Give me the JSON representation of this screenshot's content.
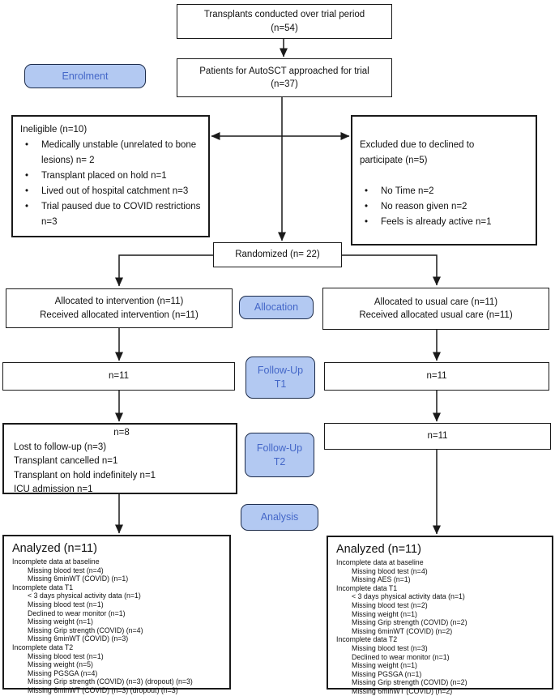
{
  "stages": {
    "enrolment": "Enrolment",
    "allocation": "Allocation",
    "followup_t1": "Follow-Up\nT1",
    "followup_t2": "Follow-Up\nT2",
    "analysis": "Analysis"
  },
  "colors": {
    "stage_pill_bg": "#b3c9f2",
    "stage_pill_border": "#1c2b4a",
    "stage_pill_text": "#4467c8",
    "box_border": "#1a1a1a"
  },
  "boxes": {
    "transplants": "Transplants conducted over trial period\n(n=54)",
    "approached": "Patients for AutoSCT approached for trial\n(n=37)",
    "randomized": "Randomized (n= 22)",
    "ineligible": {
      "title": "Ineligible (n=10)",
      "items": [
        "Medically unstable (unrelated to bone lesions) n= 2",
        "Transplant placed on hold n=1",
        "Lived out of hospital catchment n=3",
        "Trial paused due to COVID restrictions n=3"
      ]
    },
    "excluded": {
      "title": "Excluded due to declined to\nparticipate (n=5)",
      "items": [
        "No Time n=2",
        "No reason given n=2",
        "Feels is already active n=1"
      ]
    },
    "alloc_intervention": "Allocated to intervention (n=11)\nReceived allocated intervention (n=11)",
    "alloc_usual_care": "Allocated to usual care (n=11)\nReceived allocated usual care (n=11)",
    "t1_intervention": "n=11",
    "t1_usual_care": "n=11",
    "t2_intervention": {
      "n": "n=8",
      "lines": [
        "Lost to follow-up (n=3)",
        "Transplant cancelled n=1",
        "Transplant on hold indefinitely n=1",
        "ICU admission n=1"
      ]
    },
    "t2_usual_care": "n=11",
    "analyzed_intervention": {
      "title": "Analyzed (n=11)",
      "lines": [
        {
          "text": "Incomplete data at baseline",
          "indent": 0
        },
        {
          "text": "Missing blood test (n=4)",
          "indent": 1
        },
        {
          "text": "Missing 6minWT (COVID) (n=1)",
          "indent": 1
        },
        {
          "text": "Incomplete data T1",
          "indent": 0
        },
        {
          "text": "< 3 days physical activity data (n=1)",
          "indent": 1
        },
        {
          "text": "Missing blood test (n=1)",
          "indent": 1
        },
        {
          "text": "Declined to wear monitor (n=1)",
          "indent": 1
        },
        {
          "text": "Missing weight (n=1)",
          "indent": 1
        },
        {
          "text": "Missing Grip strength (COVID) (n=4)",
          "indent": 1
        },
        {
          "text": "Missing 6minWT (COVID) (n=3)",
          "indent": 1
        },
        {
          "text": "Incomplete data T2",
          "indent": 0
        },
        {
          "text": "Missing blood test (n=1)",
          "indent": 1
        },
        {
          "text": "Missing weight (n=5)",
          "indent": 1
        },
        {
          "text": "Missing PGSGA (n=4)",
          "indent": 1
        },
        {
          "text": "Missing Grip strength (COVID) (n=3) (dropout) (n=3)",
          "indent": 1
        },
        {
          "text": "Missing 6minWT (COVID) (n=3) (dropout) (n=3)",
          "indent": 1
        }
      ]
    },
    "analyzed_usual_care": {
      "title": "Analyzed (n=11)",
      "lines": [
        {
          "text": "Incomplete data at baseline",
          "indent": 0
        },
        {
          "text": "Missing blood test (n=4)",
          "indent": 1
        },
        {
          "text": "Missing AES (n=1)",
          "indent": 1
        },
        {
          "text": "Incomplete data T1",
          "indent": 0
        },
        {
          "text": "< 3 days physical activity data (n=1)",
          "indent": 1
        },
        {
          "text": "Missing blood test (n=2)",
          "indent": 1
        },
        {
          "text": "Missing weight (n=1)",
          "indent": 1
        },
        {
          "text": "Missing Grip strength (COVID) (n=2)",
          "indent": 1
        },
        {
          "text": "Missing 6minWT (COVID) (n=2)",
          "indent": 1
        },
        {
          "text": "Incomplete data T2",
          "indent": 0
        },
        {
          "text": "Missing blood test (n=3)",
          "indent": 1
        },
        {
          "text": "Declined to wear monitor (n=1)",
          "indent": 1
        },
        {
          "text": "Missing weight (n=1)",
          "indent": 1
        },
        {
          "text": "Missing PGSGA (n=1)",
          "indent": 1
        },
        {
          "text": "Missing Grip strength (COVID) (n=2)",
          "indent": 1
        },
        {
          "text": "Missing 6minWT (COVID) (n=2)",
          "indent": 1
        }
      ]
    }
  }
}
